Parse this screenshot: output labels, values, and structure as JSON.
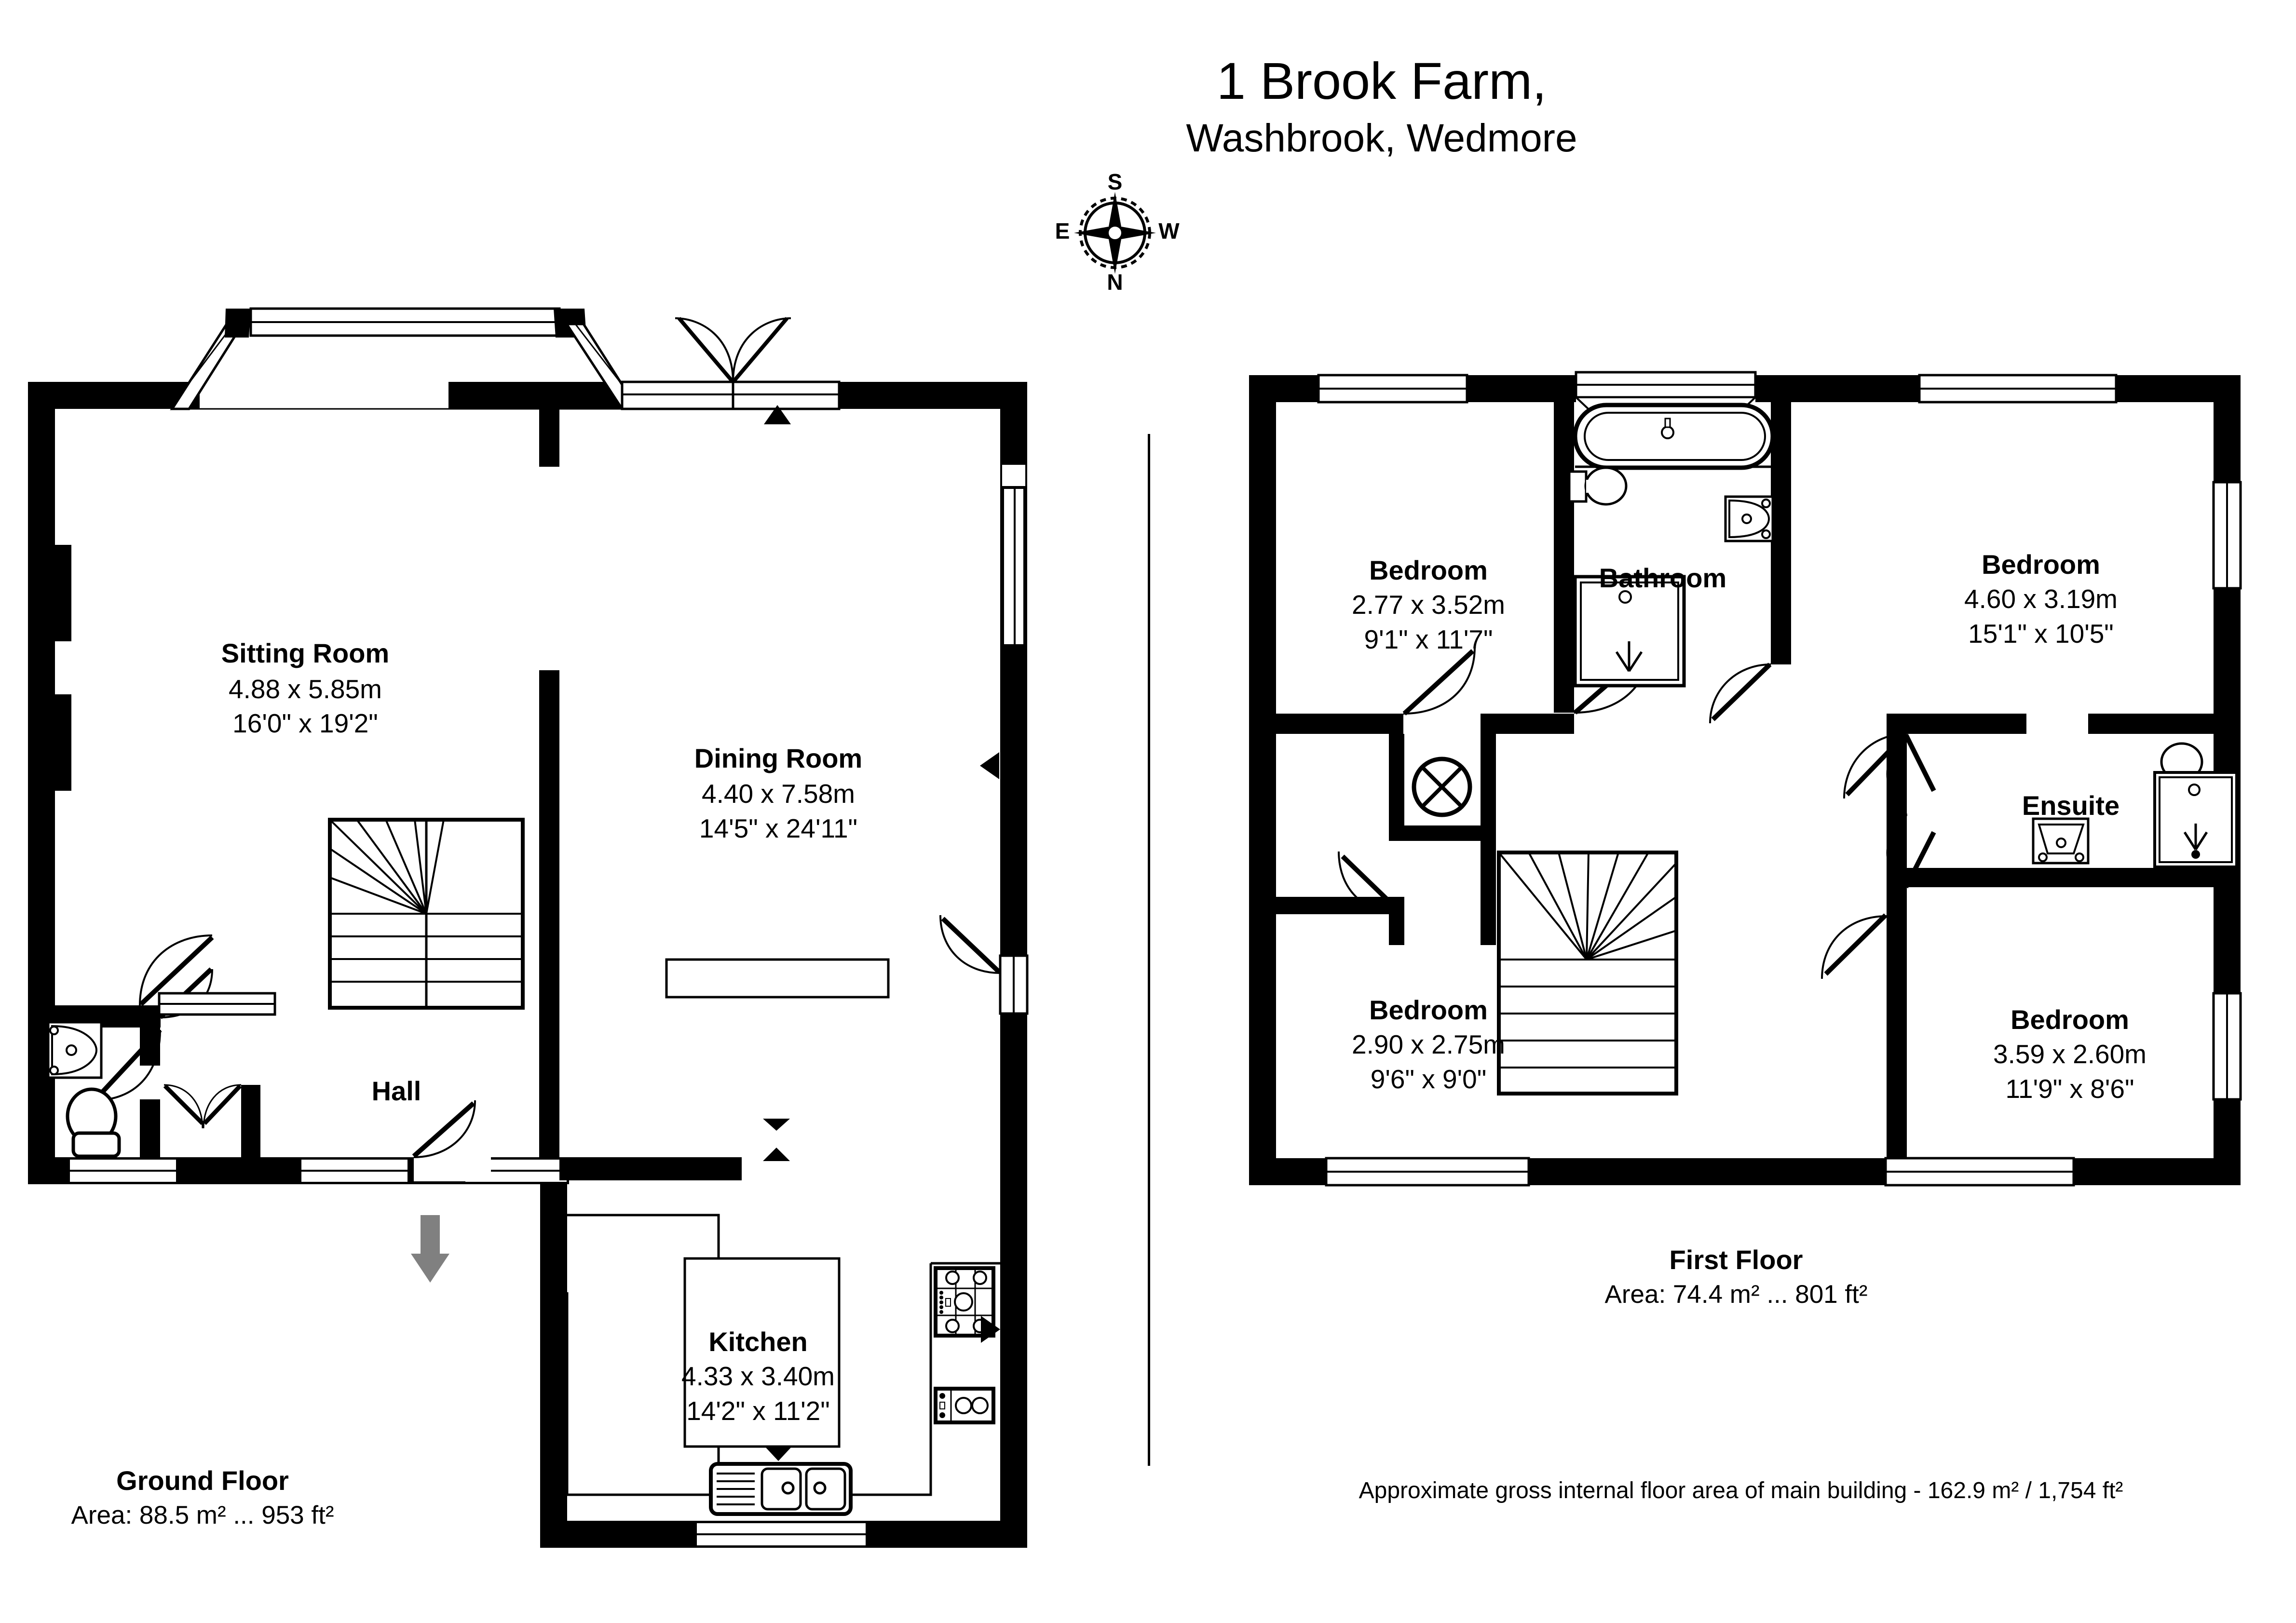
{
  "title": {
    "line1": "1 Brook Farm,",
    "line2": "Washbrook, Wedmore"
  },
  "compass": {
    "top": "S",
    "bottom": "N",
    "left": "E",
    "right": "W"
  },
  "ground_floor": {
    "floor_label": "Ground Floor",
    "area_label": "Area: 88.5 m² ... 953 ft²",
    "rooms": [
      {
        "name": "Sitting Room",
        "metric": "4.88 x 5.85m",
        "imperial": "16'0\" x 19'2\""
      },
      {
        "name": "Dining Room",
        "metric": "4.40 x 7.58m",
        "imperial": "14'5\" x 24'11\""
      },
      {
        "name": "Kitchen",
        "metric": "4.33 x 3.40m",
        "imperial": "14'2\" x 11'2\""
      },
      {
        "name": "Hall",
        "metric": "",
        "imperial": ""
      }
    ]
  },
  "first_floor": {
    "floor_label": "First Floor",
    "area_label": "Area: 74.4 m² ... 801 ft²",
    "rooms": [
      {
        "name": "Bedroom",
        "metric": "2.77 x 3.52m",
        "imperial": "9'1\" x 11'7\""
      },
      {
        "name": "Bedroom",
        "metric": "4.60 x 3.19m",
        "imperial": "15'1\" x 10'5\""
      },
      {
        "name": "Bedroom",
        "metric": "2.90 x 2.75m",
        "imperial": "9'6\" x 9'0\""
      },
      {
        "name": "Bedroom",
        "metric": "3.59 x 2.60m",
        "imperial": "11'9\" x 8'6\""
      },
      {
        "name": "Bathroom",
        "metric": "",
        "imperial": ""
      },
      {
        "name": "Ensuite",
        "metric": "",
        "imperial": ""
      }
    ]
  },
  "footer": {
    "note": "Approximate gross internal floor area of main building  -  162.9 m² / 1,754 ft²"
  },
  "colors": {
    "wall": "#000000",
    "background": "#ffffff",
    "entry_arrow": "#808080"
  }
}
